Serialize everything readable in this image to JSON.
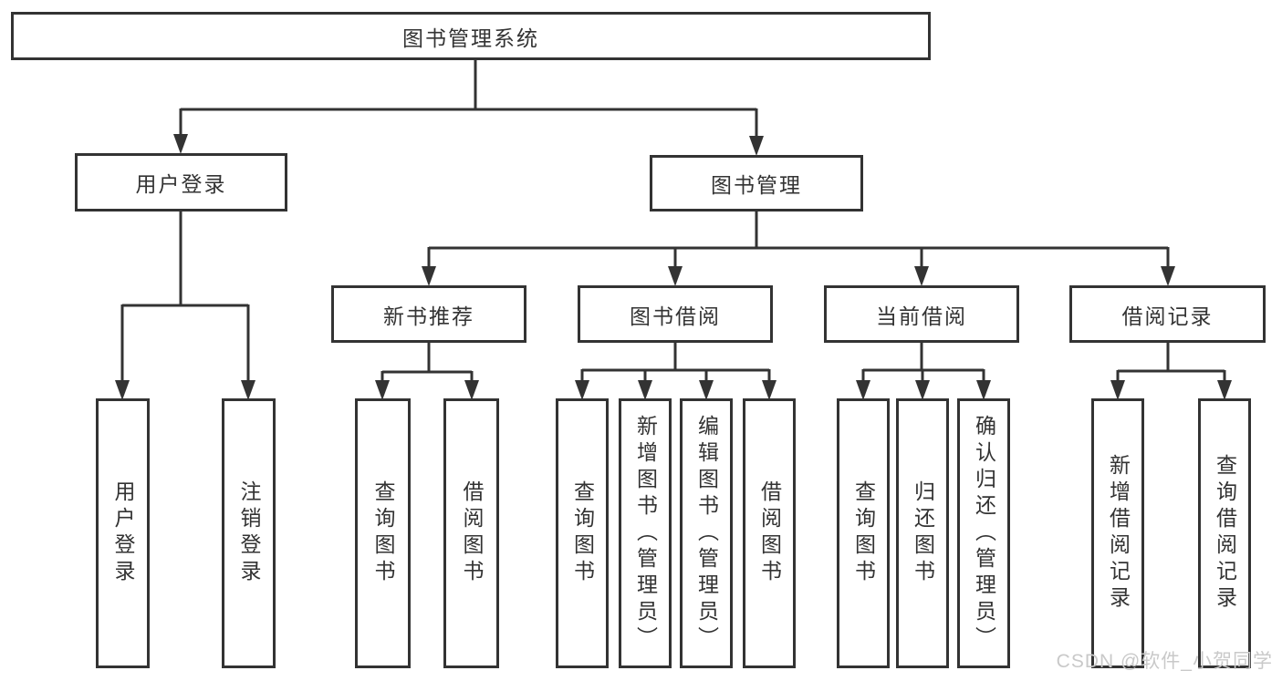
{
  "diagram": {
    "title": "图书管理系统",
    "level2": [
      {
        "label": "用户登录"
      },
      {
        "label": "图书管理"
      }
    ],
    "level3": [
      {
        "label": "新书推荐"
      },
      {
        "label": "图书借阅"
      },
      {
        "label": "当前借阅"
      },
      {
        "label": "借阅记录"
      }
    ],
    "leaves": {
      "user_login": [
        {
          "label": "用户登录"
        },
        {
          "label": "注销登录"
        }
      ],
      "new_book": [
        {
          "label": "查询图书"
        },
        {
          "label": "借阅图书"
        }
      ],
      "book_borrow": [
        {
          "label": "查询图书"
        },
        {
          "label": "新增图书（管理员）"
        },
        {
          "label": "编辑图书（管理员）"
        },
        {
          "label": "借阅图书"
        }
      ],
      "current_borrow": [
        {
          "label": "查询图书"
        },
        {
          "label": "归还图书"
        },
        {
          "label": "确认归还（管理员）"
        }
      ],
      "borrow_records": [
        {
          "label": "新增借阅记录"
        },
        {
          "label": "查询借阅记录"
        }
      ]
    }
  },
  "watermark": {
    "text": "CSDN @软件_小贺同学",
    "color": "#c9c9c9"
  },
  "colors": {
    "line": "#333333",
    "text": "#333333",
    "background": "#ffffff"
  }
}
